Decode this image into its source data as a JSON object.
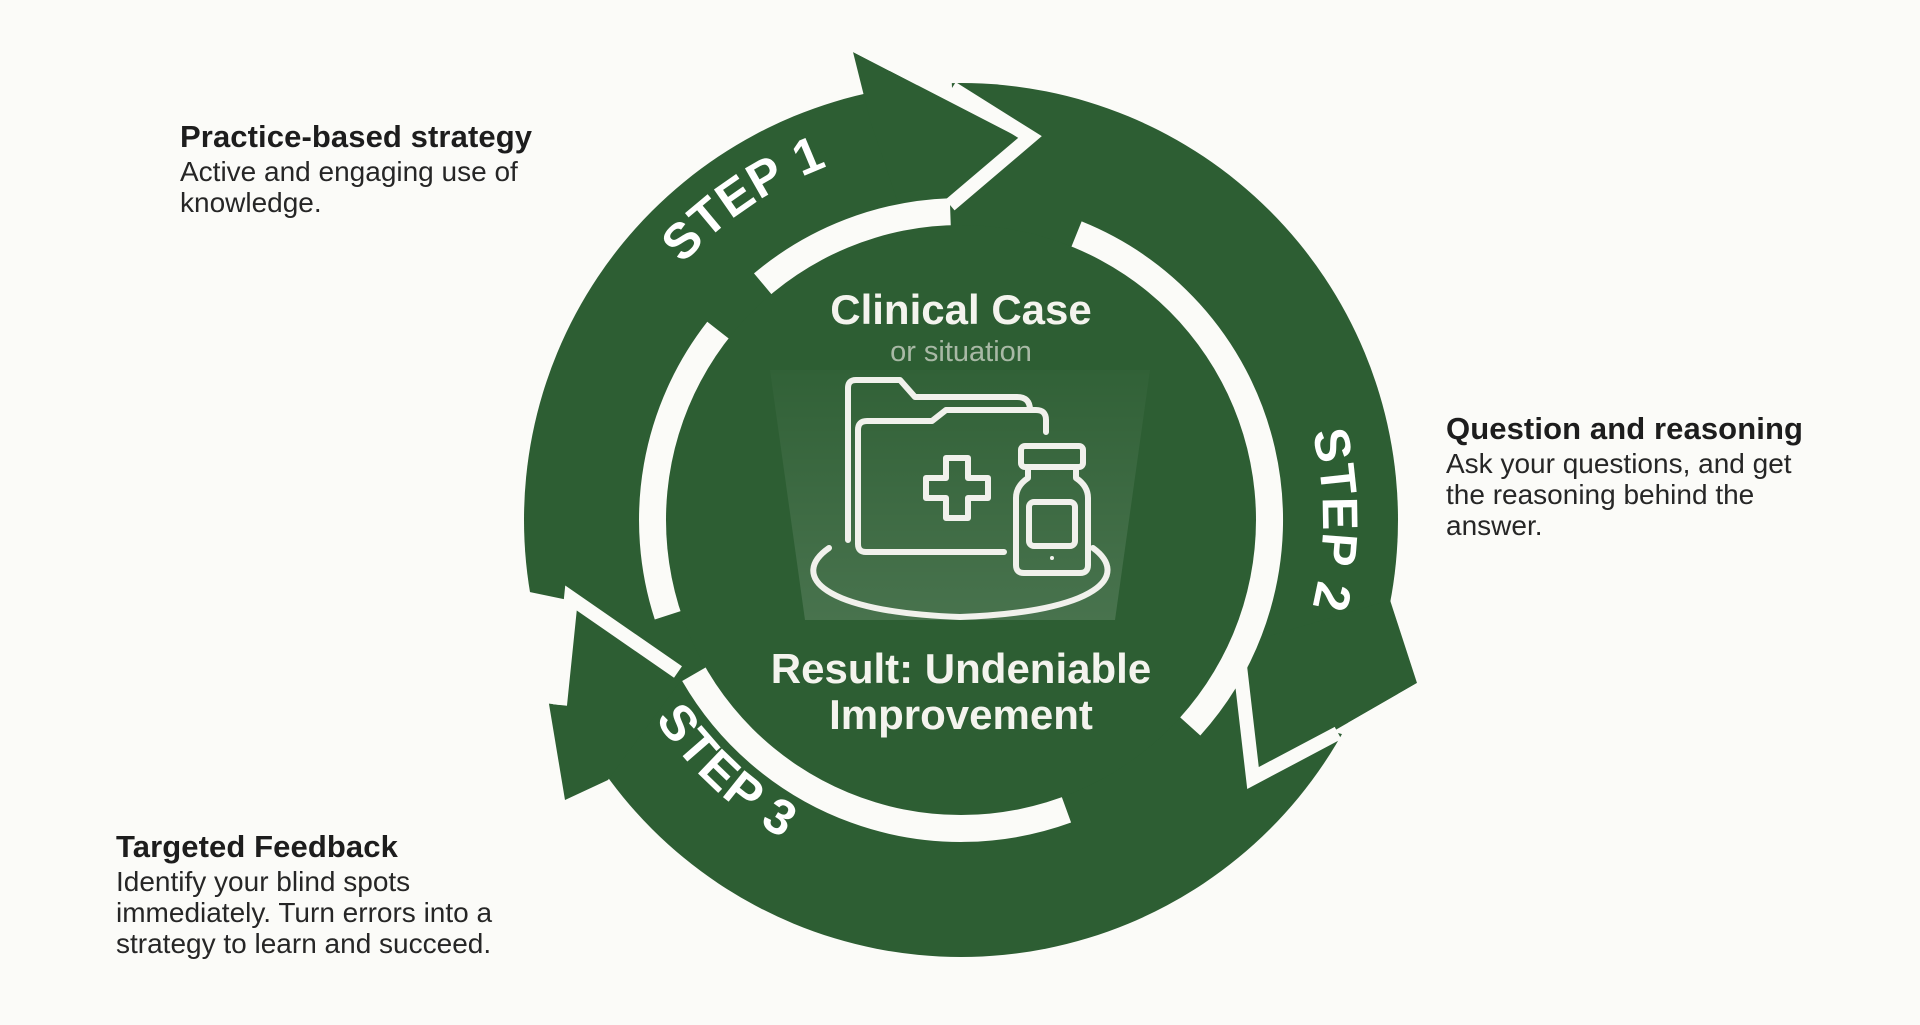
{
  "diagram": {
    "title": "Learning cycle around a clinical case",
    "colors": {
      "ring": "#2d5e33",
      "background": "#fbfbf8",
      "text_dark": "#1d1d1d",
      "accent_light": "#ffffff"
    },
    "center": {
      "title": "Clinical Case",
      "subtitle": "or situation",
      "icon": "medical-folder-with-pill-bottle-icon",
      "result_line1": "Result: Undeniable",
      "result_line2": "Improvement"
    },
    "steps": [
      {
        "label": "STEP 1",
        "heading": "Practice-based strategy",
        "description_lines": [
          "Active and engaging use of",
          "knowledge."
        ]
      },
      {
        "label": "STEP 2",
        "heading": "Question and reasoning",
        "description_lines": [
          "Ask your questions, and get",
          "the reasoning behind the",
          "answer."
        ]
      },
      {
        "label": "STEP 3",
        "heading": "Targeted Feedback",
        "description_lines": [
          "Identify your blind spots",
          "immediately. Turn errors into a",
          "strategy to learn and succeed."
        ]
      }
    ]
  }
}
